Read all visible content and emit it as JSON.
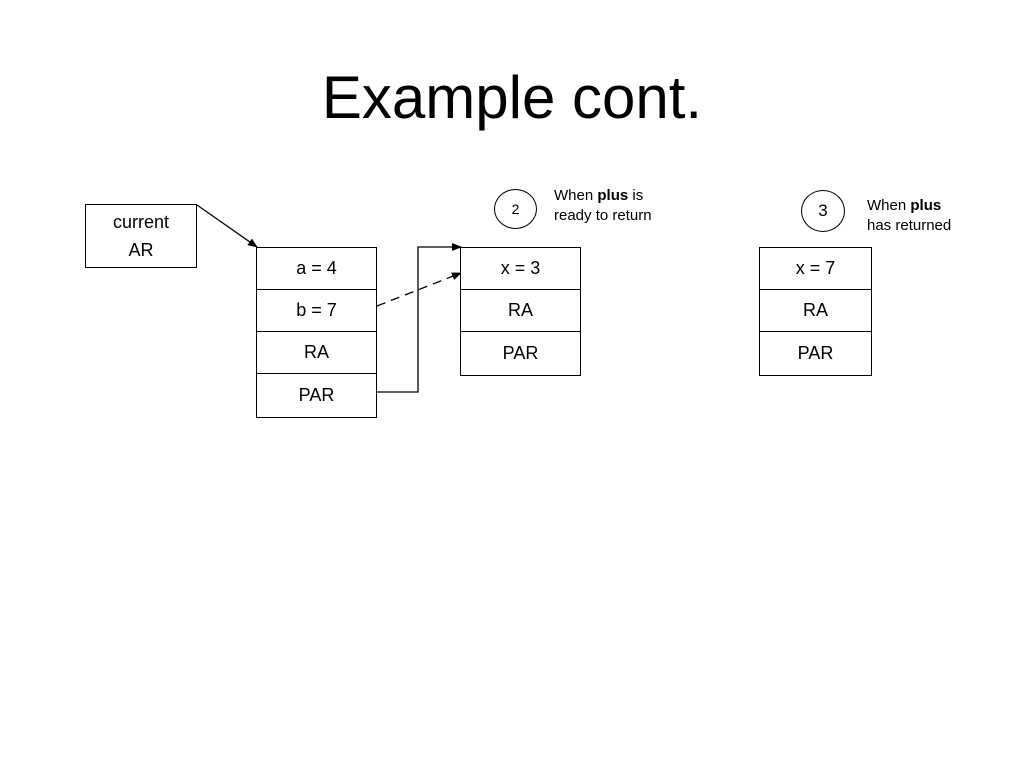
{
  "title": "Example cont.",
  "current_ar": {
    "line1": "current",
    "line2": "AR"
  },
  "stack_main": {
    "cells": [
      "a = 4",
      "b = 7",
      "RA",
      "PAR"
    ]
  },
  "step2": {
    "number": "2",
    "note_prefix": "When ",
    "note_bold": "plus",
    "note_suffix": " is",
    "note_line2": "ready to return",
    "cells": [
      "x = 3",
      "RA",
      "PAR"
    ]
  },
  "step3": {
    "number": "3",
    "note_prefix": "When ",
    "note_bold": "plus",
    "note_line2": "has returned",
    "cells": [
      "x = 7",
      "RA",
      "PAR"
    ]
  }
}
